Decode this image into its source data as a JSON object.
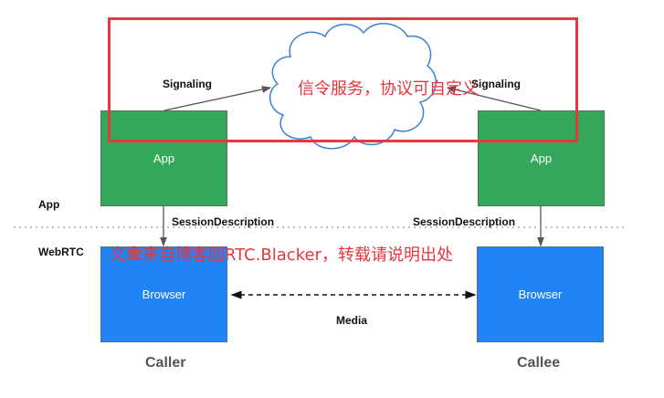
{
  "diagram": {
    "layers": {
      "app": "App",
      "webrtc": "WebRTC"
    },
    "left": {
      "app_box": "App",
      "browser_box": "Browser",
      "role": "Caller",
      "session_label": "SessionDescription",
      "signaling_label": "Signaling"
    },
    "right": {
      "app_box": "App",
      "browser_box": "Browser",
      "role": "Callee",
      "session_label": "SessionDescription",
      "signaling_label": "Signaling"
    },
    "media_label": "Media",
    "signaling_server_note": "信令服务，协议可自定义",
    "watermark": "文章来自博客园RTC.Blacker，转载请说明出处",
    "colors": {
      "app": "#34a85a",
      "browser": "#1f85f7",
      "annotation": "#e8353d",
      "cloud": "#3b82d6"
    }
  }
}
